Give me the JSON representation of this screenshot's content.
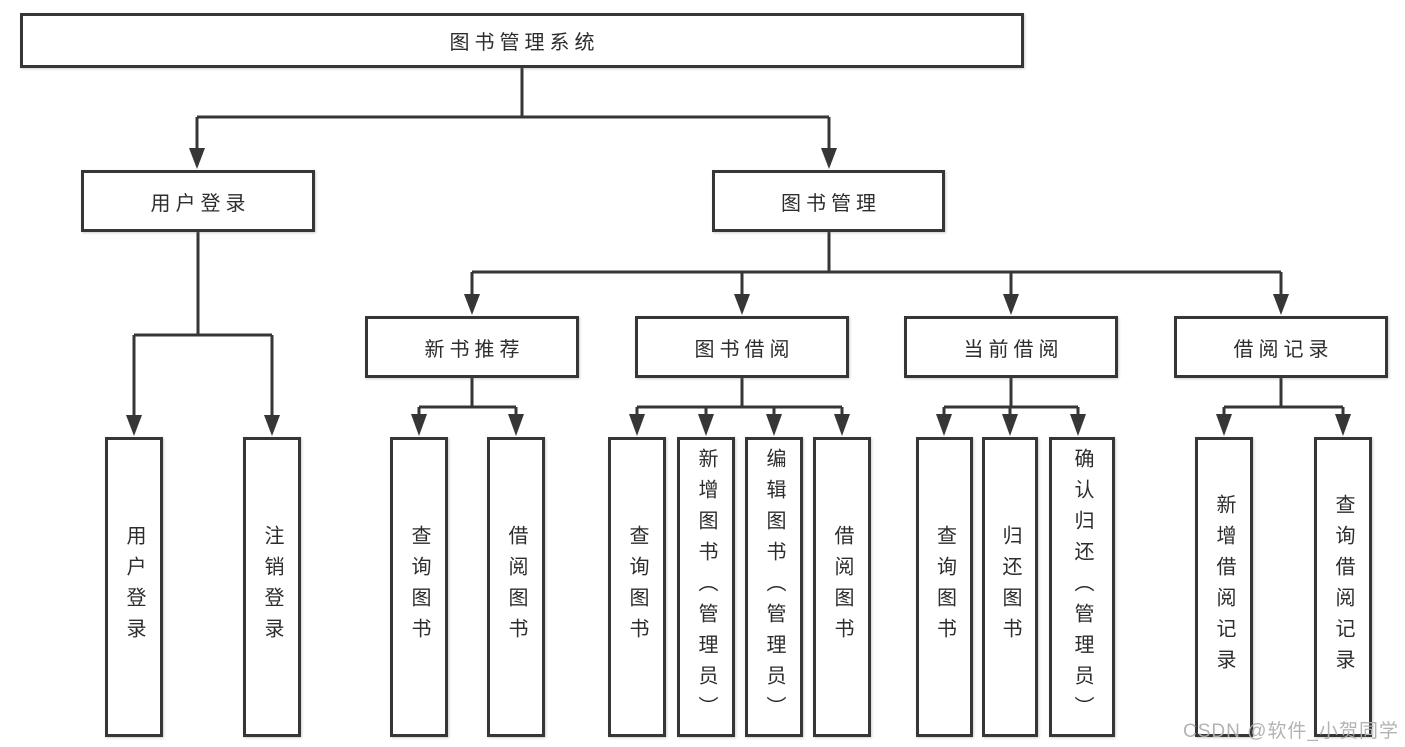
{
  "title": "图书管理系统",
  "level2": [
    {
      "label": "用户登录"
    },
    {
      "label": "图书管理"
    }
  ],
  "level3": [
    {
      "label": "新书推荐"
    },
    {
      "label": "图书借阅"
    },
    {
      "label": "当前借阅"
    },
    {
      "label": "借阅记录"
    }
  ],
  "leaves": {
    "login": [
      {
        "label": "用户登录"
      },
      {
        "label": "注销登录"
      }
    ],
    "newbooks": [
      {
        "label": "查询图书"
      },
      {
        "label": "借阅图书"
      }
    ],
    "borrow": [
      {
        "label": "查询图书"
      },
      {
        "label": "新增图书（管理员）"
      },
      {
        "label": "编辑图书（管理员）"
      },
      {
        "label": "借阅图书"
      }
    ],
    "current": [
      {
        "label": "查询图书"
      },
      {
        "label": "归还图书"
      },
      {
        "label": "确认归还（管理员）"
      }
    ],
    "records": [
      {
        "label": "新增借阅记录"
      },
      {
        "label": "查询借阅记录"
      }
    ]
  },
  "watermark": "CSDN @软件_小贺同学",
  "colors": {
    "line": "#363636",
    "text": "#2d2d2d",
    "box_background": "#ffffff",
    "watermark": "#afafaf"
  }
}
